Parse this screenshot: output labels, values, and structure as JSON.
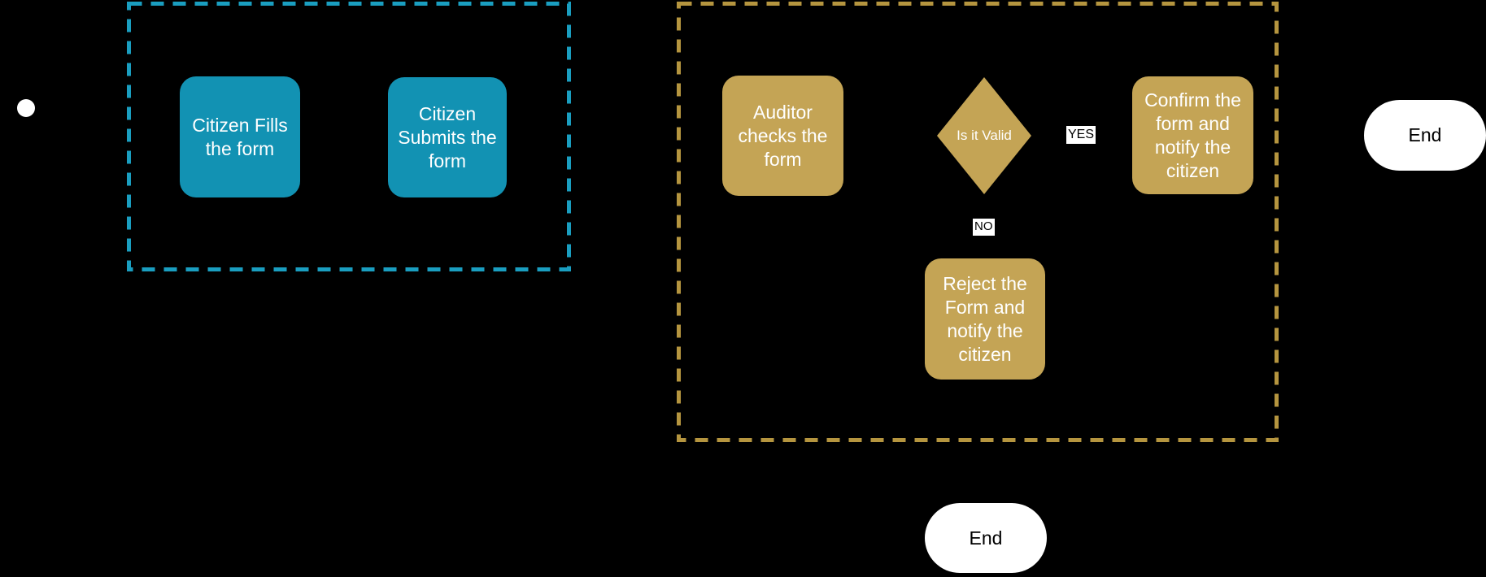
{
  "colors": {
    "background": "#000000",
    "citizen_fill": "#1292B3",
    "citizen_dash": "#1A9EC0",
    "auditor_fill": "#C4A455",
    "auditor_dash": "#B5953F",
    "node_text": "#FFFFFF",
    "edge_label_bg": "#FFFFFF",
    "edge_label_text": "#000000",
    "terminal_fill": "#FFFFFF",
    "terminal_text": "#000000"
  },
  "diagram": {
    "type": "flowchart",
    "nodes": {
      "citizen_fills": {
        "label": "Citizen Fills\nthe form"
      },
      "citizen_submits": {
        "label": "Citizen\nSubmits the\nform"
      },
      "auditor_checks": {
        "label": "Auditor\nchecks the\nform"
      },
      "is_it_valid": {
        "label": "Is it Valid"
      },
      "confirm": {
        "label": "Confirm the\nform and\nnotify the\ncitizen"
      },
      "reject": {
        "label": "Reject the\nForm and\nnotify the\ncitizen"
      },
      "end_main": {
        "label": "End"
      },
      "end_reject": {
        "label": "End"
      }
    },
    "edges": {
      "yes": {
        "label": "YES"
      },
      "no": {
        "label": "NO"
      }
    }
  }
}
